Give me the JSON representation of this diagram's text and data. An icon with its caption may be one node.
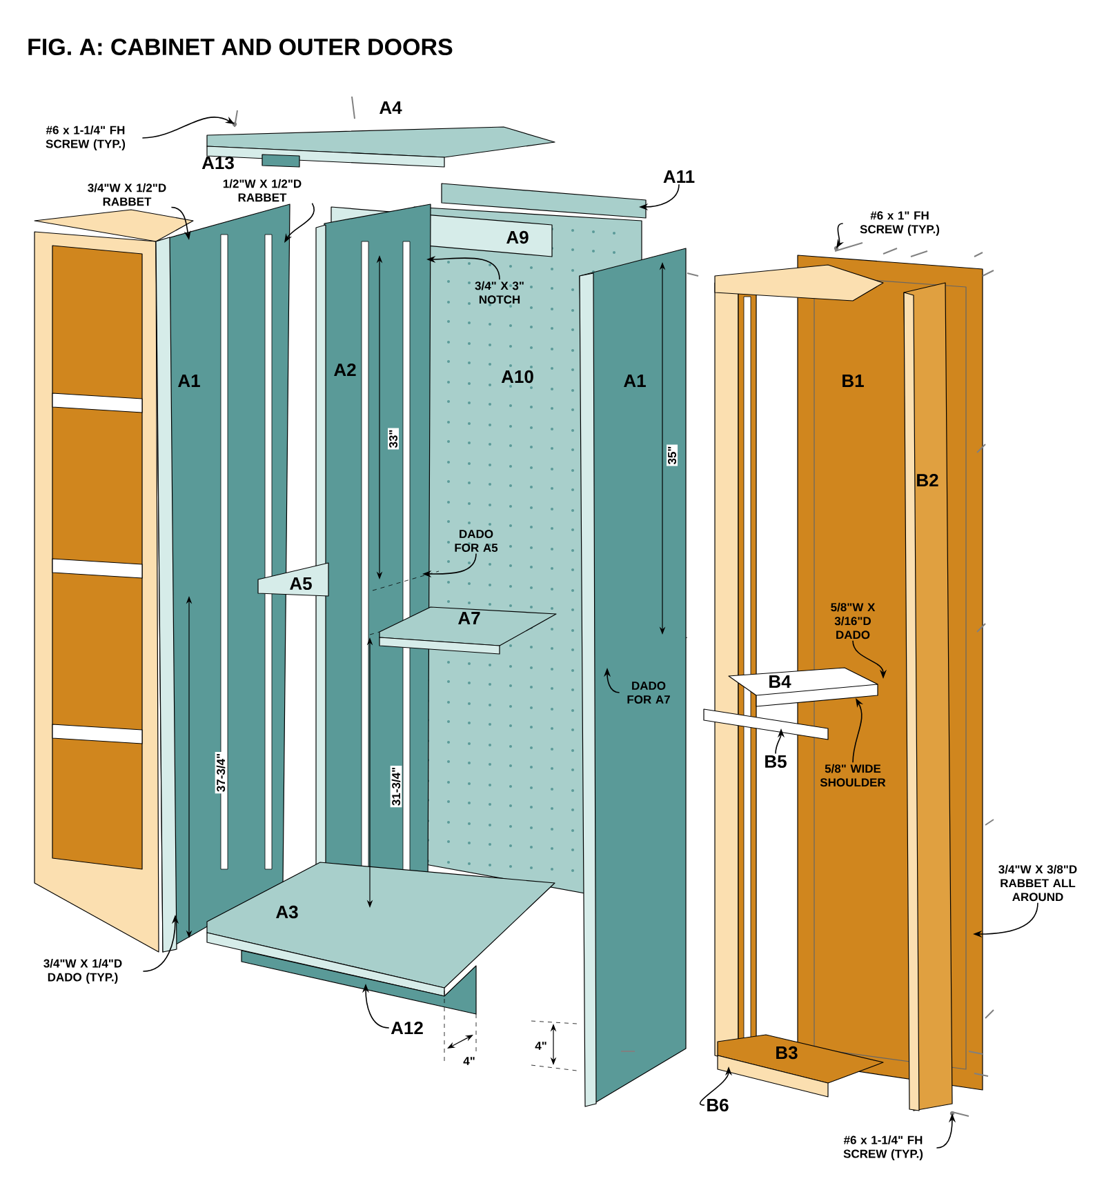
{
  "diagram": {
    "title": "FIG. A: CABINET AND OUTER DOORS",
    "nodes": [
      {
        "text": [
          "#6 x 1-1/4\" FH SCREW (TYP.)"
        ]
      },
      {
        "text": [
          "3/4\"W X 1/2\"D RABBET"
        ]
      },
      {
        "text": [
          "1/2\"W X 1/2\"D RABBET"
        ]
      },
      {
        "text": [
          "A11"
        ]
      },
      {
        "text": [
          "#6 x 1\" FH SCREW (TYP.)"
        ]
      },
      {
        "text": [
          "3/4\" X 3\" NOTCH"
        ]
      },
      {
        "text": [
          "DADO FOR A5"
        ]
      },
      {
        "text": [
          "DADO FOR A7"
        ],
        "in": 22
      },
      {
        "text": [
          "5/8\"W X 3/16\"D DADO"
        ],
        "in": 25
      },
      {
        "text": [
          "B5"
        ]
      },
      {
        "text": [
          "5/8\" WIDE SHOULDER"
        ],
        "in": 25
      },
      {
        "text": [
          "3/4\"W X 1/4\"D DADO (TYP.)"
        ]
      },
      {
        "text": [
          "A12"
        ]
      },
      {
        "text": [
          "3/4\"W X 3/8\"D RABBET ALL AROUND"
        ]
      },
      {
        "text": [
          "B6"
        ]
      },
      {
        "text": [
          "#6 x 1-1/4\" FH SCREW (TYP.)"
        ]
      },
      {
        "text": [
          "B4"
        ]
      },
      {
        "text": [],
        "shape": "screw"
      },
      {
        "text": [
          "A1"
        ]
      },
      {
        "text": [],
        "shape": "box"
      },
      {
        "text": [],
        "shape": "screw"
      },
      {
        "text": [
          "A2"
        ]
      },
      {
        "text": [
          "A1"
        ]
      },
      {
        "text": [],
        "shape": "box"
      },
      {
        "text": [],
        "shape": "box"
      },
      {
        "text": [
          "B1"
        ]
      },
      {
        "text": [],
        "shape": "box"
      },
      {
        "text": [],
        "shape": "screw"
      }
    ],
    "edges": [
      {
        "from": 0,
        "to": 17,
        "arrow": "to"
      },
      {
        "from": 1,
        "to": 18,
        "arrow": "to"
      },
      {
        "from": 2,
        "to": 18,
        "arrow": "to"
      },
      {
        "from": 3,
        "to": 19,
        "arrow": "to"
      },
      {
        "from": 4,
        "to": 20,
        "arrow": "to"
      },
      {
        "from": 5,
        "to": 21,
        "arrow": "to"
      },
      {
        "from": 6,
        "to": 21,
        "arrow": "to"
      },
      {
        "from": 7,
        "to": 22,
        "arrow": "to"
      },
      {
        "from": 8,
        "to": 16,
        "arrow": "to"
      },
      {
        "from": 9,
        "to": 23,
        "arrow": "to"
      },
      {
        "from": 10,
        "to": 16,
        "arrow": "to"
      },
      {
        "from": 11,
        "to": 18,
        "arrow": "to"
      },
      {
        "from": 12,
        "to": 24,
        "arrow": "to"
      },
      {
        "from": 13,
        "to": 25,
        "arrow": "to"
      },
      {
        "from": 14,
        "to": 26,
        "arrow": "to"
      },
      {
        "from": 15,
        "to": 27,
        "arrow": "to"
      }
    ],
    "labels": [
      "A4",
      "A13",
      "A9",
      "A10",
      "B2",
      "A5",
      "A7",
      "A3",
      "B3",
      "33\"",
      "35\"",
      "37-3/4\"",
      "31-3/4\"",
      "4\"",
      "4\""
    ]
  }
}
